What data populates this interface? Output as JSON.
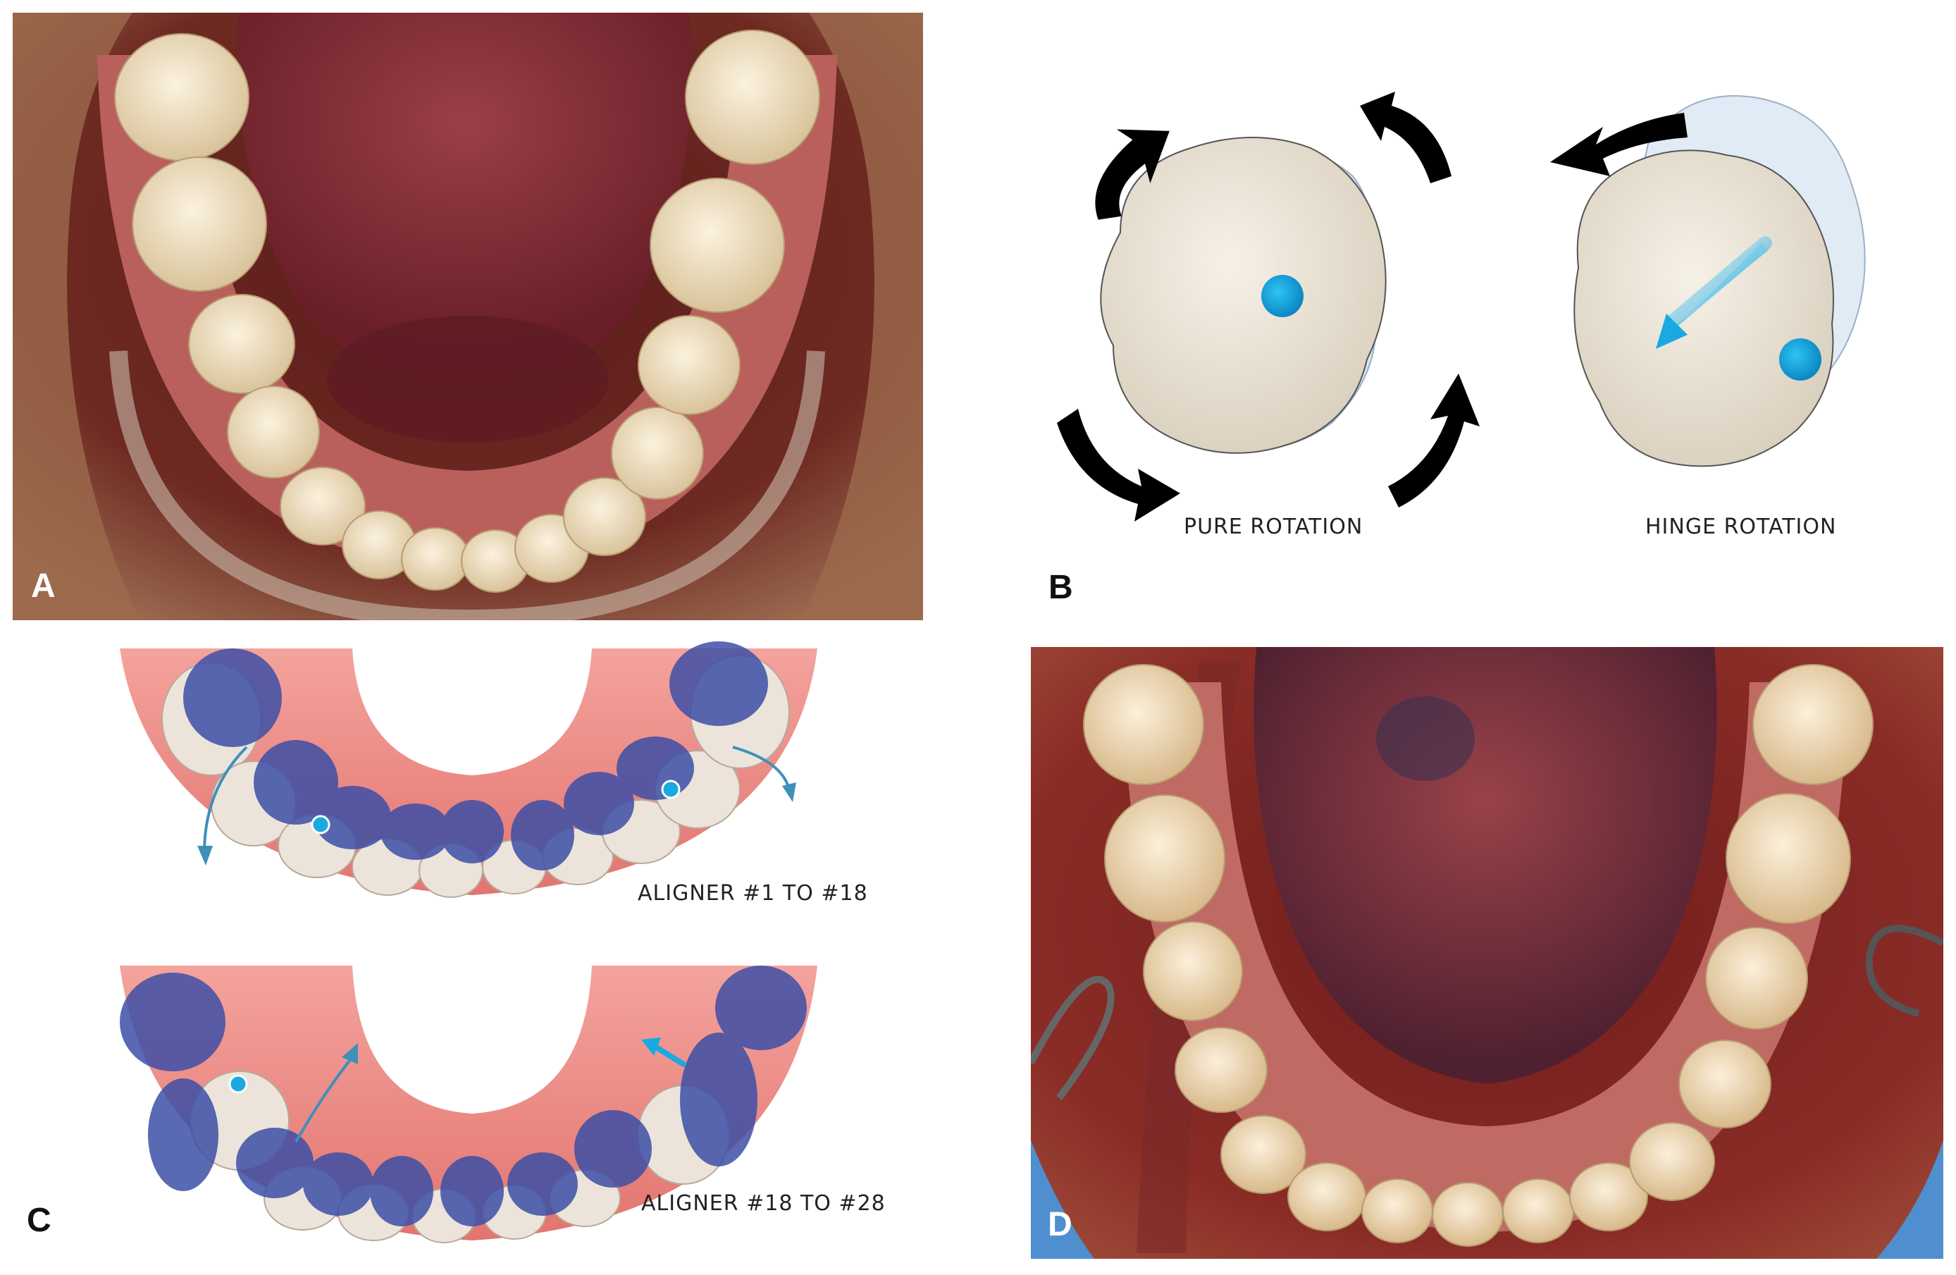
{
  "panels": {
    "a": {
      "letter": "A"
    },
    "b": {
      "letter": "B",
      "pure_label": "PURE ROTATION",
      "hinge_label": "HINGE ROTATION"
    },
    "c": {
      "letter": "C",
      "aligner_top_label": "ALIGNER #1 TO #18",
      "aligner_bottom_label": "ALIGNER #18 TO #28"
    },
    "d": {
      "letter": "D"
    }
  },
  "colors": {
    "gum": "#ee8f8a",
    "tooth": "#eee3d2",
    "aligner": "#3d4fa6",
    "marker": "#1aa9e0",
    "oral_cavity": "#7a2020",
    "photo_frame": "#8a4a3a"
  }
}
